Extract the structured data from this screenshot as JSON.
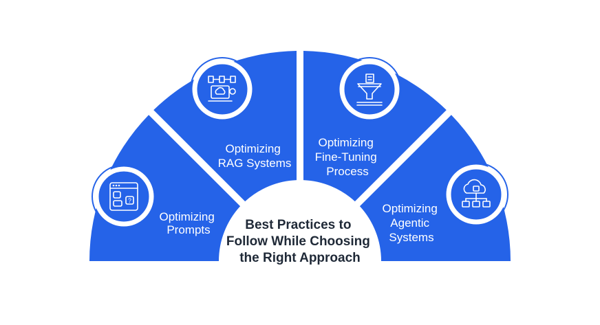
{
  "center": {
    "lines": [
      "Best Practices to",
      "Follow While Choosing",
      "the Right Approach"
    ]
  },
  "segments": [
    {
      "lines": [
        "Optimizing",
        "Prompts"
      ],
      "icon": "prompt-window-icon"
    },
    {
      "lines": [
        "Optimizing",
        "RAG Systems"
      ],
      "icon": "rag-database-icon"
    },
    {
      "lines": [
        "Optimizing",
        "Fine-Tuning",
        "Process"
      ],
      "icon": "funnel-filter-icon"
    },
    {
      "lines": [
        "Optimizing",
        "Agentic",
        "Systems"
      ],
      "icon": "cloud-network-icon"
    }
  ],
  "colors": {
    "segment": "#2563e8",
    "icon_circle": "#2563e8",
    "icon_ring": "#ffffff",
    "center_fill": "#ffffff",
    "center_text": "#1f2937"
  }
}
